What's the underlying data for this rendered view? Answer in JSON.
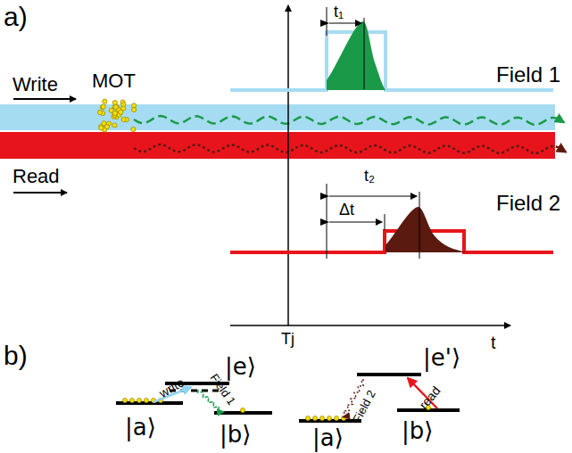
{
  "diagram": {
    "labels": [
      "a)",
      "t₁",
      "Field 1",
      "Write",
      "MOT",
      "t₂",
      "Read",
      "Δt",
      "Field 2",
      "Tj",
      "t",
      "b)",
      "|e⟩",
      "|e'⟩",
      "write",
      "Field 1",
      "Field 2",
      "read",
      "|a⟩",
      "|b⟩",
      "|a⟩",
      "|b⟩"
    ]
  }
}
